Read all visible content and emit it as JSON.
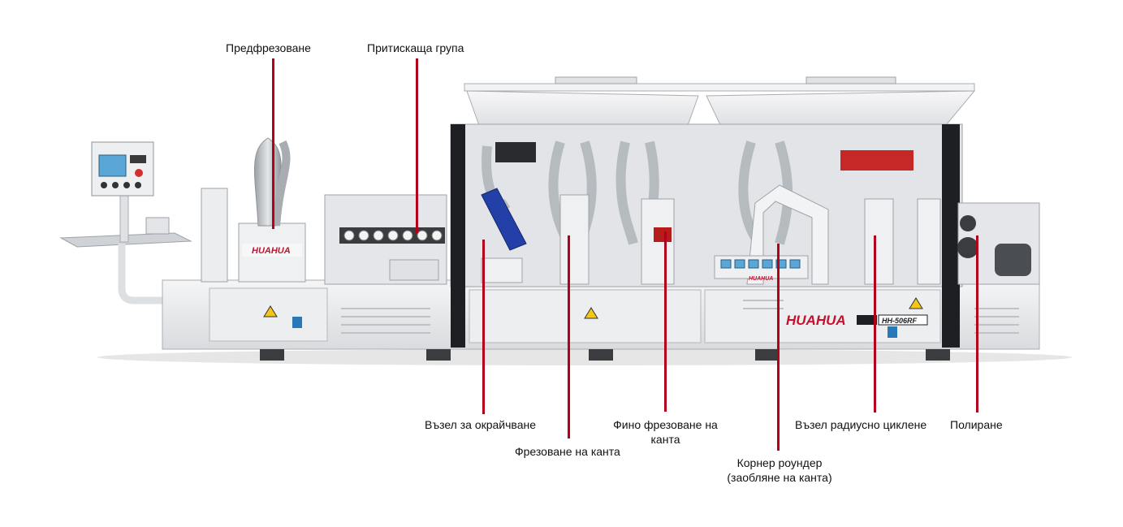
{
  "brand": {
    "logo_text": "HUAHUA",
    "model": "HH-506RF",
    "accent_color": "#c8102e"
  },
  "callouts": [
    {
      "id": "pre-milling",
      "text": "Предфрезоване"
    },
    {
      "id": "pressure-group",
      "text": "Притискаща група"
    },
    {
      "id": "end-trimming",
      "text": "Възел за окрайчване"
    },
    {
      "id": "edge-milling",
      "text": "Фрезоване на канта"
    },
    {
      "id": "fine-milling",
      "text": "Фино фрезоване на канта"
    },
    {
      "id": "corner-rounder",
      "text": "Корнер роундер (заобляне на канта)"
    },
    {
      "id": "radius-scraping",
      "text": "Възел радиусно циклене"
    },
    {
      "id": "polishing",
      "text": "Полиране"
    }
  ],
  "colors": {
    "leader_line": "#b3001b",
    "machine_body": "#e9eaec",
    "frame_dark": "#1e1f22",
    "panel_red": "#c62828"
  }
}
